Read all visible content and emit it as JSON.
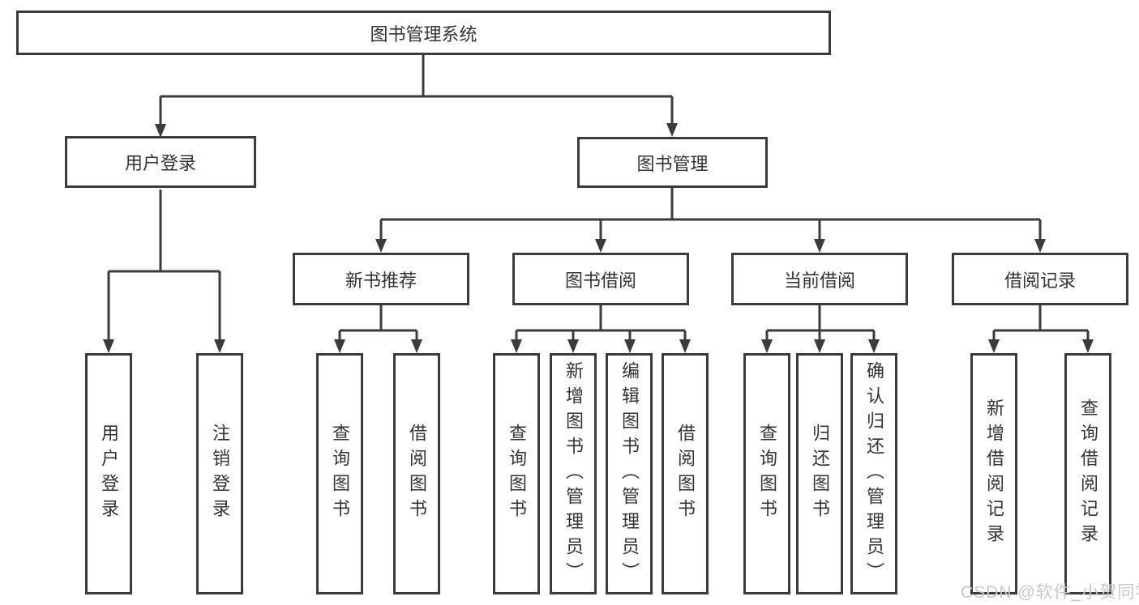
{
  "colors": {
    "line": "#3b3b3b",
    "text": "#333333",
    "watermark": "#c8c8c8",
    "background": "#ffffff"
  },
  "tree": {
    "root": {
      "label": "图书管理系统"
    },
    "children": [
      {
        "label": "用户登录",
        "children": [
          {
            "label": "用户登录"
          },
          {
            "label": "注销登录"
          }
        ]
      },
      {
        "label": "图书管理",
        "children": [
          {
            "label": "新书推荐",
            "children": [
              {
                "label": "查询图书"
              },
              {
                "label": "借阅图书"
              }
            ]
          },
          {
            "label": "图书借阅",
            "children": [
              {
                "label": "查询图书"
              },
              {
                "label": "新增图书（管理员）"
              },
              {
                "label": "编辑图书（管理员）"
              },
              {
                "label": "借阅图书"
              }
            ]
          },
          {
            "label": "当前借阅",
            "children": [
              {
                "label": "查询图书"
              },
              {
                "label": "归还图书"
              },
              {
                "label": "确认归还（管理员）"
              }
            ]
          },
          {
            "label": "借阅记录",
            "children": [
              {
                "label": "新增借阅记录"
              },
              {
                "label": "查询借阅记录"
              }
            ]
          }
        ]
      }
    ]
  },
  "watermark": {
    "label": "CSDN @软件_小贺同学"
  }
}
